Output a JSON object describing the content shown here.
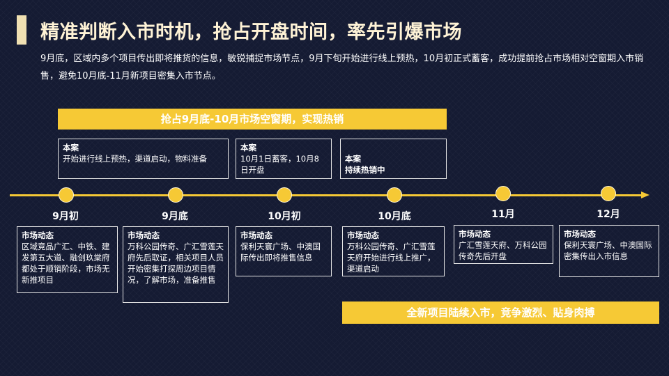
{
  "title": "精准判断入市时机，抢占开盘时间，率先引爆市场",
  "intro": "9月底，区域内多个项目传出即将推货的信息，敏锐捕捉市场节点，9月下旬开始进行线上预热，10月初正式蓄客，成功提前抢占市场相对空窗期入市销售，避免10月底-11月新项目密集入市节点。",
  "banner_top": "抢占9月底-10月市场空窗期，实现热销",
  "banner_bottom": "全新项目陆续入市，竞争激烈、貼身肉搏",
  "project_boxes": [
    {
      "heading": "本案",
      "text": "开始进行线上预热，渠道启动，物料准备"
    },
    {
      "heading": "本案",
      "text": "10月1日蓄客，10月8日开盘"
    },
    {
      "heading": "本案",
      "text": "持续热销中"
    }
  ],
  "timeline": [
    {
      "label": "9月初",
      "market_heading": "市场动态",
      "market_text": "区域竞品广汇、中铁、建发第五大道、融创玖棠府都处于顺销阶段，市场无新推项目"
    },
    {
      "label": "9月底",
      "market_heading": "市场动态",
      "market_text": "万科公园传奇、广汇雪莲天府先后取证，相关项目人员开始密集打探周边项目情况，了解市场，准备推售"
    },
    {
      "label": "10月初",
      "market_heading": "市场动态",
      "market_text": "保利天寰广场、中澳国际传出即将推售信息"
    },
    {
      "label": "10月底",
      "market_heading": "市场动态",
      "market_text": "万科公园传奇、广汇雪莲天府开始进行线上推广，渠道启动"
    },
    {
      "label": "11月",
      "market_heading": "市场动态",
      "market_text": "广汇雪莲天府、万科公园传奇先后开盘"
    },
    {
      "label": "12月",
      "market_heading": "市场动态",
      "market_text": "保利天寰广场、中澳国际密集传出入市信息"
    }
  ],
  "colors": {
    "background": "#151b33",
    "accent": "#f6c935",
    "title": "#fff3d6"
  }
}
